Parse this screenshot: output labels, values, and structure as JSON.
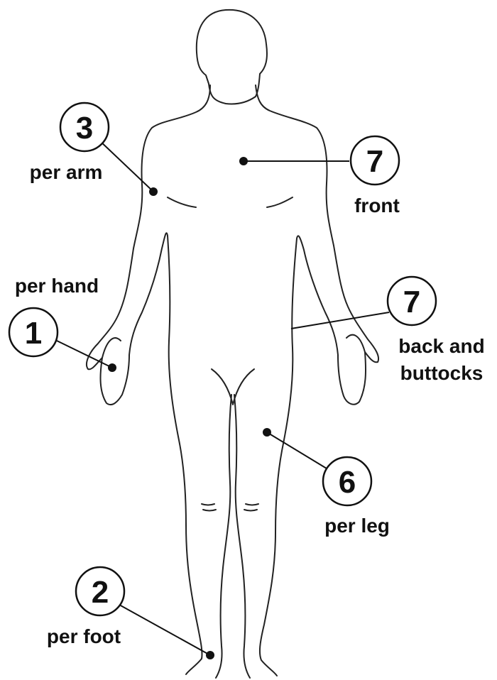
{
  "callouts": [
    {
      "id": "arm",
      "number": "3",
      "label": "per arm"
    },
    {
      "id": "front",
      "number": "7",
      "label": "front"
    },
    {
      "id": "hand",
      "number": "1",
      "label": "per hand"
    },
    {
      "id": "back",
      "number": "7",
      "label_line1": "back and",
      "label_line2": "buttocks"
    },
    {
      "id": "leg",
      "number": "6",
      "label": "per leg"
    },
    {
      "id": "foot",
      "number": "2",
      "label": "per foot"
    }
  ],
  "colors": {
    "ink": "#111111",
    "background": "#ffffff"
  }
}
